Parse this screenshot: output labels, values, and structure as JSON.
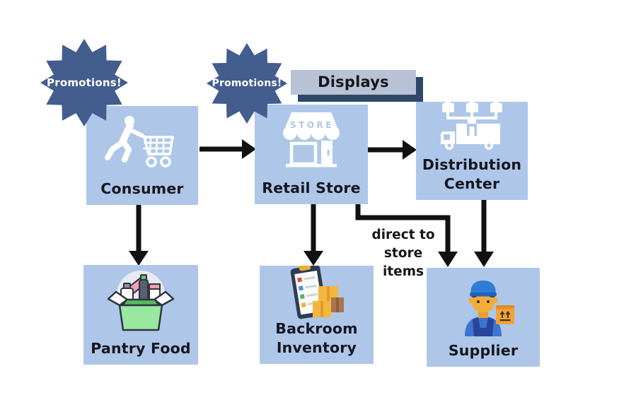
{
  "diagram": {
    "title_hint": "retail supply chain flow diagram",
    "badges": [
      {
        "label": "Promotions!"
      },
      {
        "label": "Promotions!"
      }
    ],
    "banner": {
      "label": "Displays"
    },
    "nodes": {
      "consumer": {
        "label": "Consumer",
        "icon": "running-shopper-cart-icon"
      },
      "retail_store": {
        "label": "Retail Store",
        "icon": "storefront-icon"
      },
      "distribution_center": {
        "label": "Distribution\nCenter",
        "icon": "distribution-truck-icon"
      },
      "pantry_food": {
        "label": "Pantry Food",
        "icon": "pantry-box-icon"
      },
      "backroom_inventory": {
        "label": "Backroom\nInventory",
        "icon": "inventory-clipboard-icon"
      },
      "supplier": {
        "label": "Supplier",
        "icon": "delivery-person-icon"
      }
    },
    "annotations": {
      "direct_to_store": "direct to\nstore\nitems"
    },
    "edges": [
      {
        "from": "Consumer",
        "to": "Retail Store"
      },
      {
        "from": "Retail Store",
        "to": "Distribution Center"
      },
      {
        "from": "Consumer",
        "to": "Pantry Food"
      },
      {
        "from": "Retail Store",
        "to": "Backroom Inventory"
      },
      {
        "from": "Retail Store",
        "to": "Supplier",
        "label": "direct to store items"
      },
      {
        "from": "Distribution Center",
        "to": "Supplier"
      }
    ],
    "colors": {
      "node_fill": "#aec7e8",
      "badge_fill": "#425d8e",
      "banner_fill": "#b7c3d4",
      "banner_shadow": "#2e4768",
      "arrow": "#111111",
      "text": "#16161e",
      "badge_text": "#ffffff"
    }
  }
}
